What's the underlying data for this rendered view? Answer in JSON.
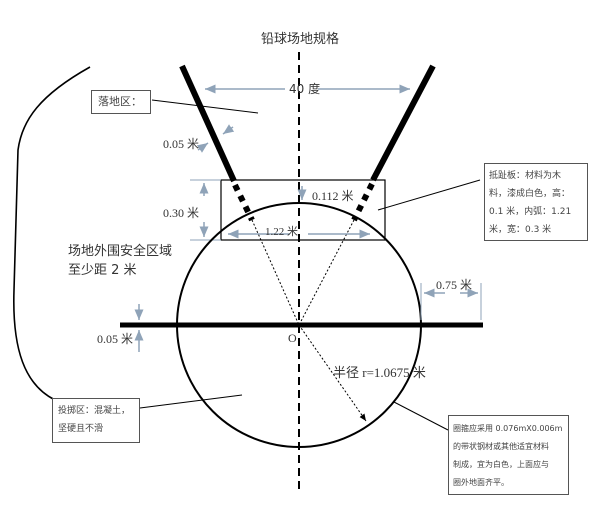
{
  "title": "铅球场地规格",
  "angle_label": "40 度",
  "landing_zone_label": "落地区：",
  "board_thickness_label": "0.05 米",
  "board_height_label": "0.30 米",
  "board_arc_offset_label": "0.112 米",
  "board_width_label": "1.22 米",
  "safety_zone_label": [
    "场地外围安全区域",
    "至少距 2 米"
  ],
  "line_extension_label": "0.75 米",
  "line_width_label": "0.05 米",
  "center_label": "O",
  "radius_label": "半径 r=1.0675 米",
  "stop_board_note": [
    "抵趾板：材料为木",
    "料，漆成白色，高：",
    "0.1 米，内弧：1.21",
    "米，宽：0.3 米"
  ],
  "throwing_area_note": [
    "投掷区：混凝土，",
    "坚硬且不滑"
  ],
  "circle_ring_note": [
    "圈箍应采用 0.076mX0.006m",
    "的带状钢材或其他适宜材料",
    "制成，宜为白色，上面应与",
    "圈外地面齐平。"
  ],
  "colors": {
    "line": "#000000",
    "dimension_arrow": "#8fa3b8",
    "text": "#333333",
    "background": "#ffffff"
  }
}
